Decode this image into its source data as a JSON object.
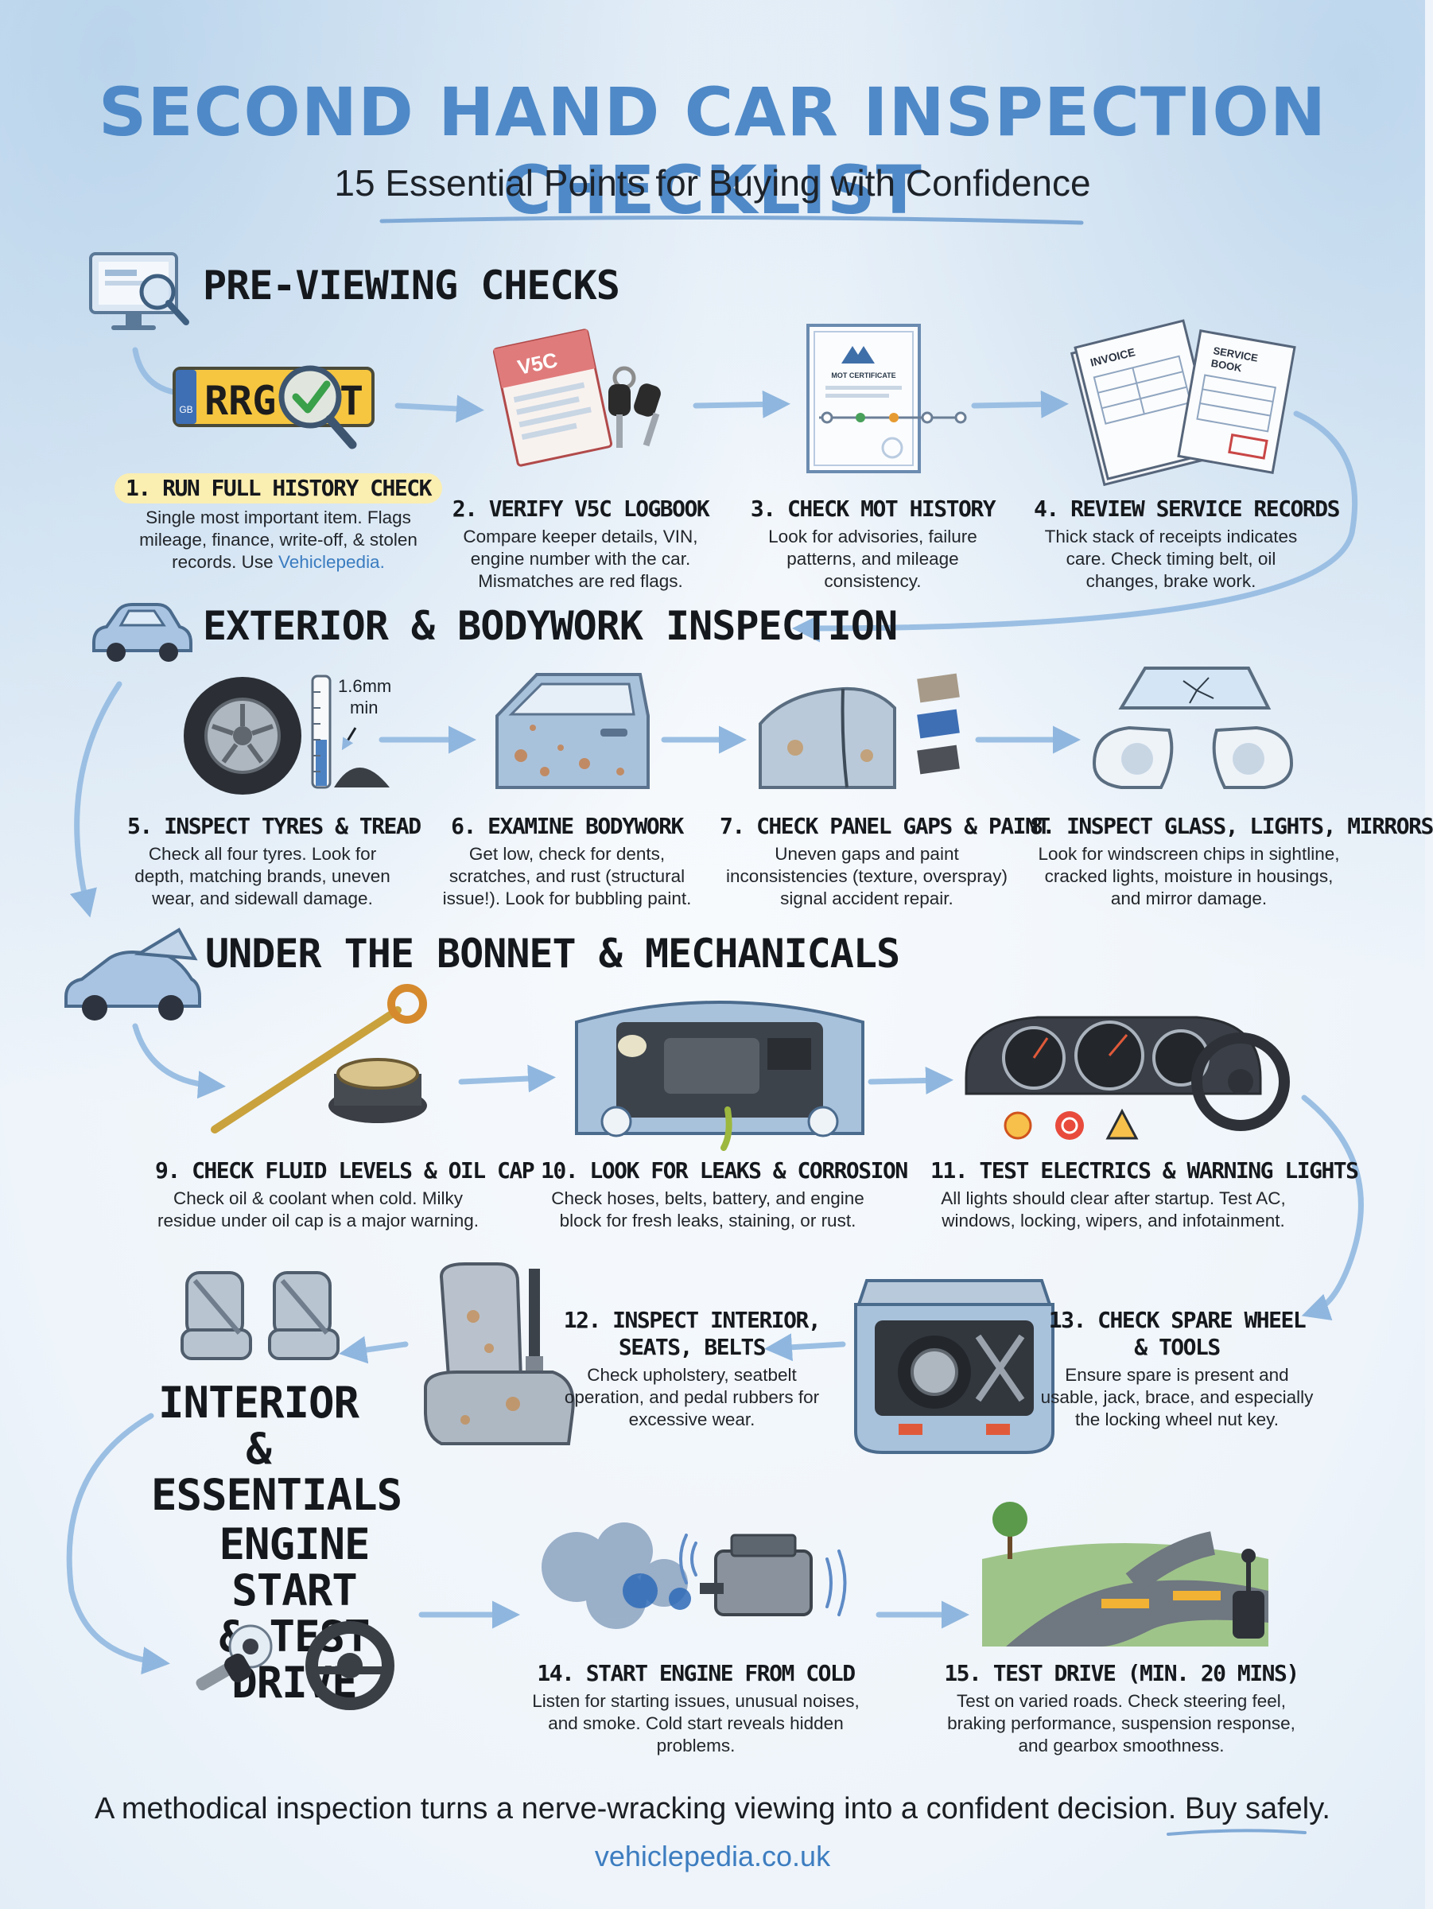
{
  "header": {
    "title": "SECOND HAND CAR INSPECTION CHECKLIST",
    "subtitle": "15 Essential Points for Buying with Confidence"
  },
  "sections": {
    "pre_viewing": "PRE-VIEWING CHECKS",
    "exterior": "EXTERIOR & BODYWORK INSPECTION",
    "bonnet": "UNDER THE BONNET & MECHANICALS",
    "interior_line1": "INTERIOR &",
    "interior_line2": "ESSENTIALS",
    "engine_line1": "ENGINE START",
    "engine_line2": "& TEST DRIVE"
  },
  "steps": [
    {
      "title": "1. RUN FULL HISTORY CHECK",
      "desc": "Single most important item. Flags mileage, finance, write-off, & stolen records. Use",
      "link": "Vehiclepedia."
    },
    {
      "title": "2. VERIFY V5C LOGBOOK",
      "desc": "Compare keeper details, VIN, engine number with the car. Mismatches are red flags."
    },
    {
      "title": "3. CHECK MOT HISTORY",
      "desc": "Look for advisories, failure patterns, and mileage consistency."
    },
    {
      "title": "4. REVIEW SERVICE RECORDS",
      "desc": "Thick stack of receipts indicates care. Check timing belt, oil changes, brake work."
    },
    {
      "title": "5. INSPECT TYRES & TREAD",
      "desc": "Check all four tyres. Look for depth, matching brands, uneven wear, and sidewall damage."
    },
    {
      "title": "6. EXAMINE BODYWORK",
      "desc": "Get low, check for dents, scratches, and rust (structural issue!). Look for bubbling paint."
    },
    {
      "title": "7. CHECK PANEL GAPS & PAINT",
      "desc": "Uneven gaps and paint inconsistencies (texture, overspray) signal accident repair."
    },
    {
      "title": "8. INSPECT GLASS, LIGHTS, MIRRORS",
      "desc": "Look for windscreen chips in sightline, cracked lights, moisture in housings, and mirror damage."
    },
    {
      "title": "9. CHECK FLUID LEVELS & OIL CAP",
      "desc": "Check oil & coolant when cold. Milky residue under oil cap is a major warning."
    },
    {
      "title": "10. LOOK FOR LEAKS & CORROSION",
      "desc": "Check hoses, belts, battery, and engine block for fresh leaks, staining, or rust."
    },
    {
      "title": "11. TEST ELECTRICS & WARNING LIGHTS",
      "desc": "All lights should clear after startup. Test AC, windows, locking, wipers, and infotainment."
    },
    {
      "title_line1": "12. INSPECT INTERIOR,",
      "title_line2": "SEATS, BELTS",
      "desc": "Check upholstery, seatbelt operation, and pedal rubbers for excessive wear."
    },
    {
      "title_line1": "13. CHECK SPARE WHEEL",
      "title_line2": "& TOOLS",
      "desc": "Ensure spare is present and usable, jack, brace, and especially the locking wheel nut key."
    },
    {
      "title": "14. START ENGINE FROM COLD",
      "desc": "Listen for starting issues, unusual noises, and smoke. Cold start reveals hidden problems."
    },
    {
      "title": "15. TEST DRIVE (MIN. 20 MINS)",
      "desc": "Test on varied roads. Check steering feel, braking performance, suspension response, and gearbox smoothness."
    }
  ],
  "illustration_labels": {
    "plate_text": "RRG",
    "plate_text_end": "T",
    "plate_badge": "GB",
    "v5c": "V5C",
    "mot_certificate": "MOT CERTIFICATE",
    "invoice": "INVOICE",
    "service_book_line1": "SERVICE",
    "service_book_line2": "BOOK",
    "tread_depth": "1.6mm",
    "tread_min": "min"
  },
  "footer": {
    "message": "A methodical inspection turns a nerve-wracking viewing into a confident decision. Buy safely.",
    "url": "vehiclepedia.co.uk"
  },
  "colors": {
    "title_blue": "#4f89c7",
    "arrow_blue": "#8fb6de",
    "link_blue": "#3a7cc0",
    "highlight_yellow": "#fbeeb1",
    "background": "#eef4fa"
  }
}
